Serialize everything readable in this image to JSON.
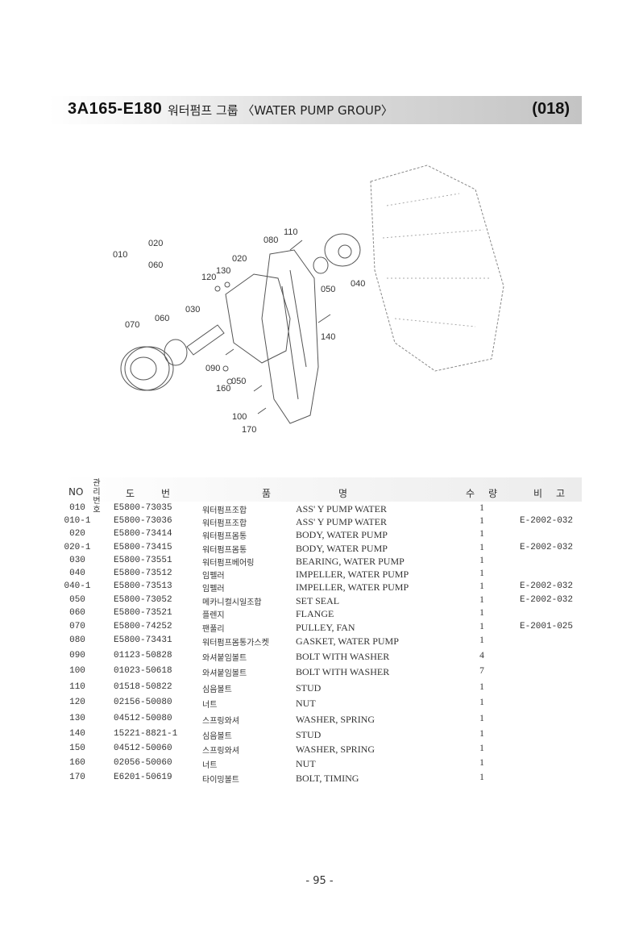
{
  "header": {
    "code": "3A165-E180",
    "title": "워터펌프 그룹 〈WATER PUMP GROUP〉",
    "group_no": "(018)"
  },
  "diagram": {
    "callouts": [
      "010",
      "020",
      "060",
      "080",
      "110",
      "020",
      "130",
      "120",
      "050",
      "040",
      "070",
      "060",
      "030",
      "140",
      "090",
      "050",
      "160",
      "100",
      "170"
    ]
  },
  "table": {
    "headers": {
      "no": "NO",
      "mgmt": "관리번호",
      "part_no_a": "도",
      "part_no_b": "번",
      "name_a": "품",
      "name_b": "명",
      "qty_a": "수",
      "qty_b": "량",
      "remarks_a": "비",
      "remarks_b": "고"
    },
    "rows": [
      {
        "no": "010",
        "part": "E5800-73035",
        "kor": "워터펌프조합",
        "eng": "ASS' Y PUMP WATER",
        "qty": "1",
        "rem": ""
      },
      {
        "no": "010-1",
        "part": "E5800-73036",
        "kor": "워터펌프조합",
        "eng": "ASS' Y PUMP WATER",
        "qty": "1",
        "rem": "E-2002-032"
      },
      {
        "no": "020",
        "part": "E5800-73414",
        "kor": "워터펌프몸통",
        "eng": "BODY, WATER PUMP",
        "qty": "1",
        "rem": ""
      },
      {
        "no": "020-1",
        "part": "E5800-73415",
        "kor": "워터펌프몸통",
        "eng": "BODY, WATER PUMP",
        "qty": "1",
        "rem": "E-2002-032"
      },
      {
        "no": "030",
        "part": "E5800-73551",
        "kor": "워터펌프베어링",
        "eng": "BEARING, WATER PUMP",
        "qty": "1",
        "rem": ""
      },
      {
        "no": "040",
        "part": "E5800-73512",
        "kor": "임펠러",
        "eng": "IMPELLER, WATER PUMP",
        "qty": "1",
        "rem": ""
      },
      {
        "no": "040-1",
        "part": "E5800-73513",
        "kor": "임펠러",
        "eng": "IMPELLER, WATER PUMP",
        "qty": "1",
        "rem": "E-2002-032"
      },
      {
        "no": "050",
        "part": "E5800-73052",
        "kor": "메카니컬시일조합",
        "eng": "SET SEAL",
        "qty": "1",
        "rem": "E-2002-032"
      },
      {
        "no": "060",
        "part": "E5800-73521",
        "kor": "플렌지",
        "eng": "FLANGE",
        "qty": "1",
        "rem": ""
      },
      {
        "no": "070",
        "part": "E5800-74252",
        "kor": "팬풀리",
        "eng": "PULLEY, FAN",
        "qty": "1",
        "rem": "E-2001-025"
      },
      {
        "no": "080",
        "part": "E5800-73431",
        "kor": "워터펌프몸통가스켓",
        "eng": "GASKET, WATER PUMP",
        "qty": "1",
        "rem": ""
      },
      {
        "no": "090",
        "part": "01123-50828",
        "kor": "와셔붙임볼트",
        "eng": "BOLT WITH WASHER",
        "qty": "4",
        "rem": ""
      },
      {
        "no": "100",
        "part": "01023-50618",
        "kor": "와셔붙임볼트",
        "eng": "BOLT WITH WASHER",
        "qty": "7",
        "rem": ""
      },
      {
        "no": "110",
        "part": "01518-50822",
        "kor": "심음볼트",
        "eng": "STUD",
        "qty": "1",
        "rem": ""
      },
      {
        "no": "120",
        "part": "02156-50080",
        "kor": "너트",
        "eng": "NUT",
        "qty": "1",
        "rem": ""
      },
      {
        "no": "130",
        "part": "04512-50080",
        "kor": "스프링와셔",
        "eng": "WASHER, SPRING",
        "qty": "1",
        "rem": ""
      },
      {
        "no": "140",
        "part": "15221-8821-1",
        "kor": "심음볼트",
        "eng": "STUD",
        "qty": "1",
        "rem": ""
      },
      {
        "no": "150",
        "part": "04512-50060",
        "kor": "스프링와셔",
        "eng": "WASHER, SPRING",
        "qty": "1",
        "rem": ""
      },
      {
        "no": "160",
        "part": "02056-50060",
        "kor": "너트",
        "eng": "NUT",
        "qty": "1",
        "rem": ""
      },
      {
        "no": "170",
        "part": "E6201-50619",
        "kor": "타이밍볼트",
        "eng": "BOLT, TIMING",
        "qty": "1",
        "rem": ""
      }
    ]
  },
  "footer": {
    "page": "- 95 -"
  }
}
